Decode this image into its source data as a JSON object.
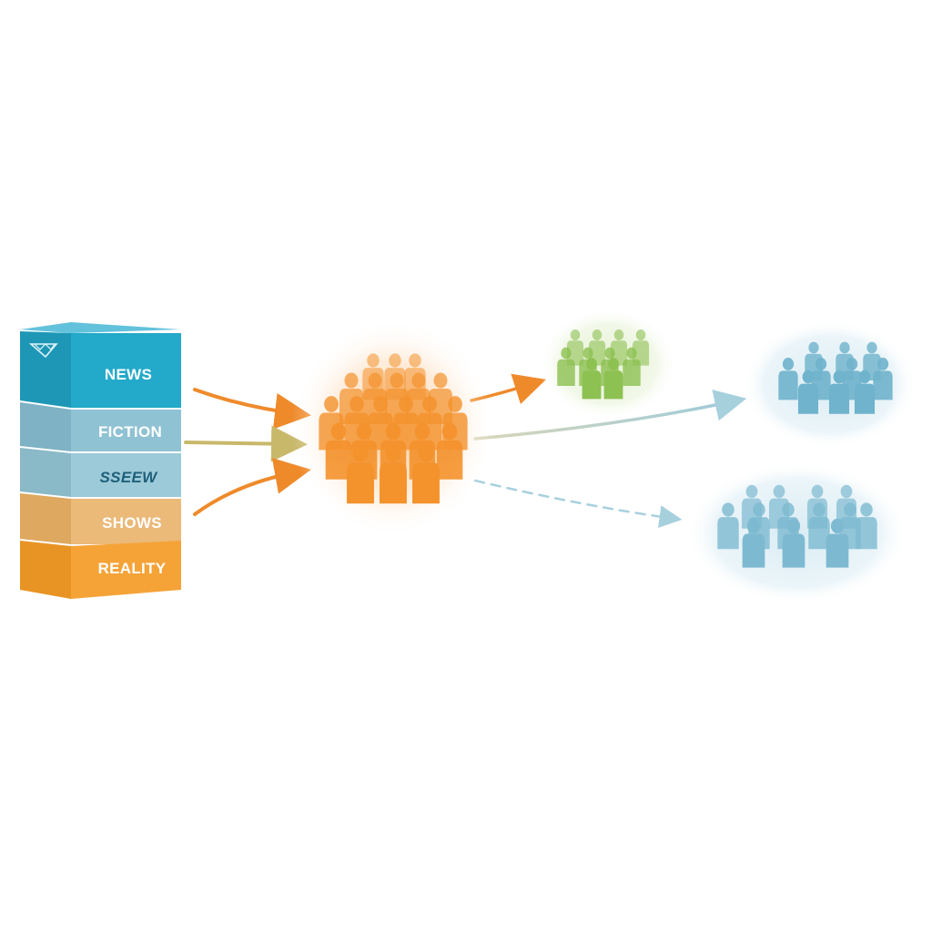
{
  "media_stack": {
    "segments": [
      {
        "label": "NEWS",
        "front": "#23a9c9",
        "side": "#1e97b6",
        "text_color": "#ffffff"
      },
      {
        "label": "FICTION",
        "front": "#8fc2d3",
        "side": "#7eb2c4",
        "text_color": "#ffffff"
      },
      {
        "label": "SSEEW",
        "front": "#9ccad8",
        "side": "#8ab9c8",
        "text_color": "#1f5f7a"
      },
      {
        "label": "SHOWS",
        "front": "#ebb978",
        "side": "#dea860",
        "text_color": "#ffffff"
      },
      {
        "label": "REALITY",
        "front": "#f5a337",
        "side": "#e89424",
        "text_color": "#ffffff"
      }
    ],
    "logo_icon": "diamond-logo-icon"
  },
  "colors": {
    "audience_central": "#f4922c",
    "audience_green": "#8dc152",
    "audience_blue": "#6fb3cc",
    "arrow_orange": "#ef8a2b",
    "arrow_khaki": "#c8b86a",
    "arrow_light_blue": "#a7d0dd"
  },
  "groups": [
    {
      "name": "central-audience",
      "color": "#f4922c",
      "glow": "#fbc58c"
    },
    {
      "name": "green-audience",
      "color": "#8dc152",
      "glow": "#dcecc4"
    },
    {
      "name": "blue-audience-top",
      "color": "#6fb3cc",
      "glow": "#d6eaf2"
    },
    {
      "name": "blue-audience-bottom",
      "color": "#7dbad1",
      "glow": "#dbedf4"
    }
  ]
}
